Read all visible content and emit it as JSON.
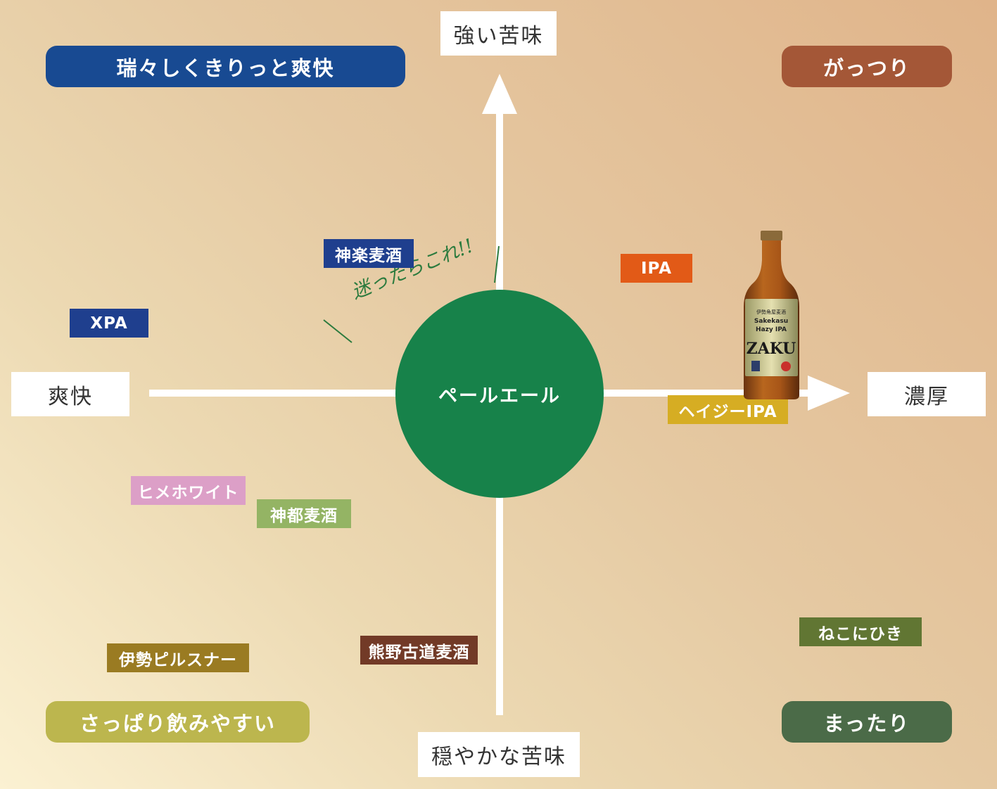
{
  "axis_labels": {
    "top": "強い苦味",
    "bottom": "穏やかな苦味",
    "left": "爽快",
    "right": "濃厚"
  },
  "quadrant_labels": {
    "top_left": {
      "text": "瑞々しくきりっと爽快",
      "color": "#184a92"
    },
    "top_right": {
      "text": "がっつり",
      "color": "#a45737"
    },
    "bottom_left": {
      "text": "さっぱり飲みやすい",
      "color": "#bcb64e"
    },
    "bottom_right": {
      "text": "まったり",
      "color": "#4b6b48"
    }
  },
  "center": {
    "text": "ペールエール",
    "color": "#17824a"
  },
  "callout": "迷ったらこれ!!",
  "beer_styles": [
    {
      "id": "shinraku",
      "text": "神楽麦酒",
      "color": "#1f3f8e"
    },
    {
      "id": "xpa",
      "text": "XPA",
      "color": "#1f3f8e"
    },
    {
      "id": "ipa",
      "text": "IPA",
      "color": "#e25a17"
    },
    {
      "id": "hazy",
      "text": "ヘイジーIPA",
      "color": "#d6ad23"
    },
    {
      "id": "hime",
      "text": "ヒメホワイト",
      "color": "#dc9fc7"
    },
    {
      "id": "kanto",
      "text": "神都麦酒",
      "color": "#94b464"
    },
    {
      "id": "ise",
      "text": "伊勢ピルスナー",
      "color": "#9a7b22"
    },
    {
      "id": "kumano",
      "text": "熊野古道麦酒",
      "color": "#723a27"
    },
    {
      "id": "neko",
      "text": "ねこにひき",
      "color": "#617633"
    }
  ],
  "bottle": {
    "label_lines": [
      "伊勢角屋麦酒",
      "Sakekasu",
      "Hazy IPA",
      "ZAKU"
    ]
  }
}
